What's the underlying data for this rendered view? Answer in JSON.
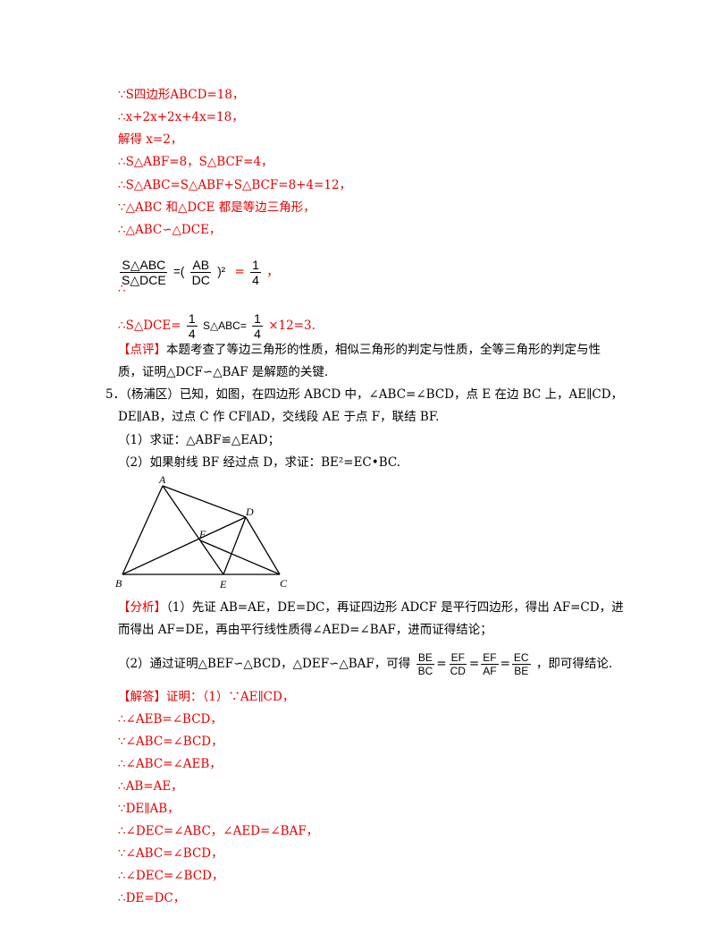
{
  "solution_top": {
    "l1": "∵S四边形ABCD=18，",
    "l2": "∴x+2x+2x+4x=18，",
    "l3": "解得 x=2，",
    "l4": "∴S△ABF=8，S△BCF=4，",
    "l5": "∴S△ABC=S△ABF+S△BCF=8+4=12，",
    "l6": "∵△ABC 和△DCE 都是等边三角形，",
    "l7": "∴△ABC∽△DCE，",
    "l8_num": "S△ABC",
    "l8_den": "S△DCE",
    "l8_eq": "=(",
    "l8_fnum": "AB",
    "l8_fden": "DC",
    "l8_pow": ")²",
    "l8_eq2": "=",
    "l8_rnum": "1",
    "l8_rden": "4",
    "l8_end": "，",
    "l8_therefore": "∴",
    "l9_pre": "∴S△DCE=",
    "l9_num": "1",
    "l9_den": "4",
    "l9_mid": "S△ABC=",
    "l9_end": "×12=3."
  },
  "comment": {
    "label": "【点评】",
    "text1": "本题考查了等边三角形的性质，相似三角形的判定与性质，全等三角形的判定与性",
    "text2": "质，证明△DCF∽△BAF 是解题的关键."
  },
  "problem": {
    "number": "5．",
    "stem1": "（杨浦区）已知，如图，在四边形 ABCD 中，∠ABC=∠BCD，点 E 在边 BC 上，AE∥CD，",
    "stem2": "DE∥AB，过点 C 作 CF∥AD，交线段 AE 于点 F，联结 BF.",
    "q1": "（1）求证：△ABF≌△EAD；",
    "q2": "（2）如果射线 BF 经过点 D，求证：BE²=EC•BC."
  },
  "figure": {
    "labels": [
      "A",
      "B",
      "C",
      "D",
      "E",
      "F"
    ]
  },
  "analysis": {
    "label": "【分析】",
    "text1": "（1）先证 AB=AE，DE=DC，再证四边形 ADCF 是平行四边形，得出 AF=CD，进",
    "text2": "而得出 AF=DE，再由平行线性质得∠AED=∠BAF，进而证得结论；",
    "text3_pre": "（2）通过证明△BEF∽△BCD，△DEF∽△BAF，可得",
    "fracs": [
      {
        "num": "BE",
        "den": "BC"
      },
      {
        "num": "EF",
        "den": "CD"
      },
      {
        "num": "EF",
        "den": "AF"
      },
      {
        "num": "EC",
        "den": "BE"
      }
    ],
    "eq": "=",
    "text3_post": "，即可得结论."
  },
  "answer": {
    "label": "【解答】",
    "first": "证明：（1）∵AE∥CD，",
    "steps": [
      "∴∠AEB=∠BCD，",
      "∵∠ABC=∠BCD，",
      "∴∠ABC=∠AEB，",
      "∴AB=AE，",
      "∵DE∥AB，",
      "∴∠DEC=∠ABC，∠AED=∠BAF，",
      "∵∠ABC=∠BCD，",
      "∴∠DEC=∠BCD，",
      "∴DE=DC，"
    ]
  }
}
